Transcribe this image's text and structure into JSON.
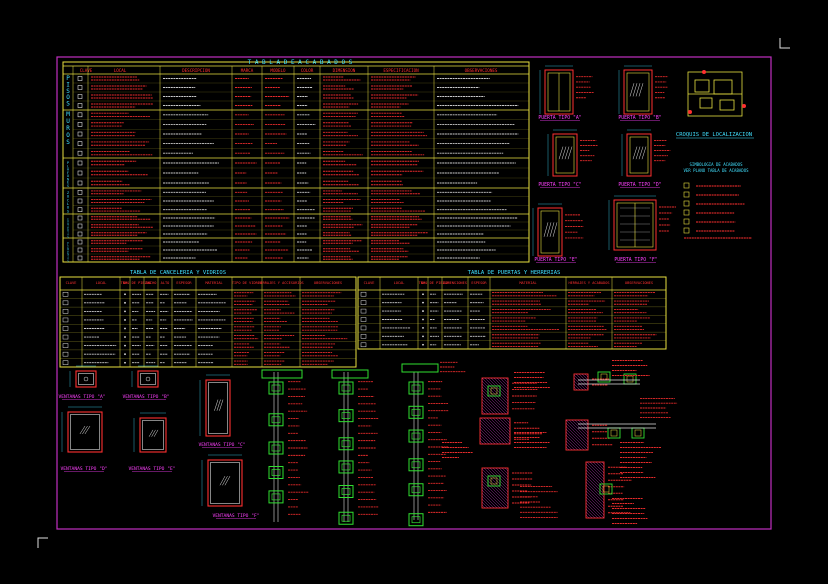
{
  "sheet": {
    "bg": "#000000",
    "frame_color": "#c030c0",
    "line_yellow": "#e8e040",
    "text_red": "#ff3030",
    "text_cyan": "#40e0ff",
    "text_white": "#e0e0e0",
    "detail_green": "#30e030",
    "detail_magenta": "#ff40ff"
  },
  "acabados": {
    "title": "T A B L A   D E   A C A B A D O S",
    "headers": [
      "CLAVE",
      "LOCAL",
      "DESCRIPCION",
      "MARCA",
      "MODELO",
      "COLOR",
      "DIMENSION",
      "ESPECIFICACION",
      "OBSERVACIONES"
    ],
    "groups": [
      "PISOS",
      "MUROS",
      "PLAFONES",
      "ZOCLOS",
      "CUBIERTAS",
      "ELEMENTOS"
    ]
  },
  "puertas_labels": [
    "PUERTA TIPO \"A\"",
    "PUERTA TIPO \"B\"",
    "PUERTA TIPO \"C\"",
    "PUERTA TIPO \"D\"",
    "PUERTA TIPO \"E\"",
    "PUERTA TIPO \"F\""
  ],
  "croquis": {
    "title": "CROQUIS DE LOCALIZACION",
    "legend_title": "SIMBOLOGIA DE ACABADOS",
    "legend_sub": "VER PLANO TABLA DE ACABADOS"
  },
  "canceleria": {
    "title": "TABLA DE CANCELERIA Y VIDRIOS",
    "headers": [
      "CLAVE",
      "LOCAL",
      "TIPO",
      "No. DE PIEZAS",
      "ANCHO",
      "ALTO",
      "ESPESOR",
      "MATERIAL",
      "TIPO DE VIDRIO",
      "HERRAJES Y ACCESORIOS",
      "OBSERVACIONES"
    ]
  },
  "puertas_tabla": {
    "title": "TABLA DE PUERTAS Y HERRERIAS",
    "headers": [
      "CLAVE",
      "LOCAL",
      "TIPO",
      "No. DE PIEZAS",
      "DIMENSIONES",
      "ESPESOR",
      "MATERIAL",
      "HERRAJES Y ACABADOS",
      "OBSERVACIONES"
    ]
  },
  "ventanas": [
    "VENTANAS TIPO \"A\"",
    "VENTANAS TIPO \"B\"",
    "VENTANAS TIPO \"C\"",
    "VENTANAS TIPO \"D\"",
    "VENTANAS TIPO \"E\"",
    "VENTANAS TIPO \"F\""
  ]
}
